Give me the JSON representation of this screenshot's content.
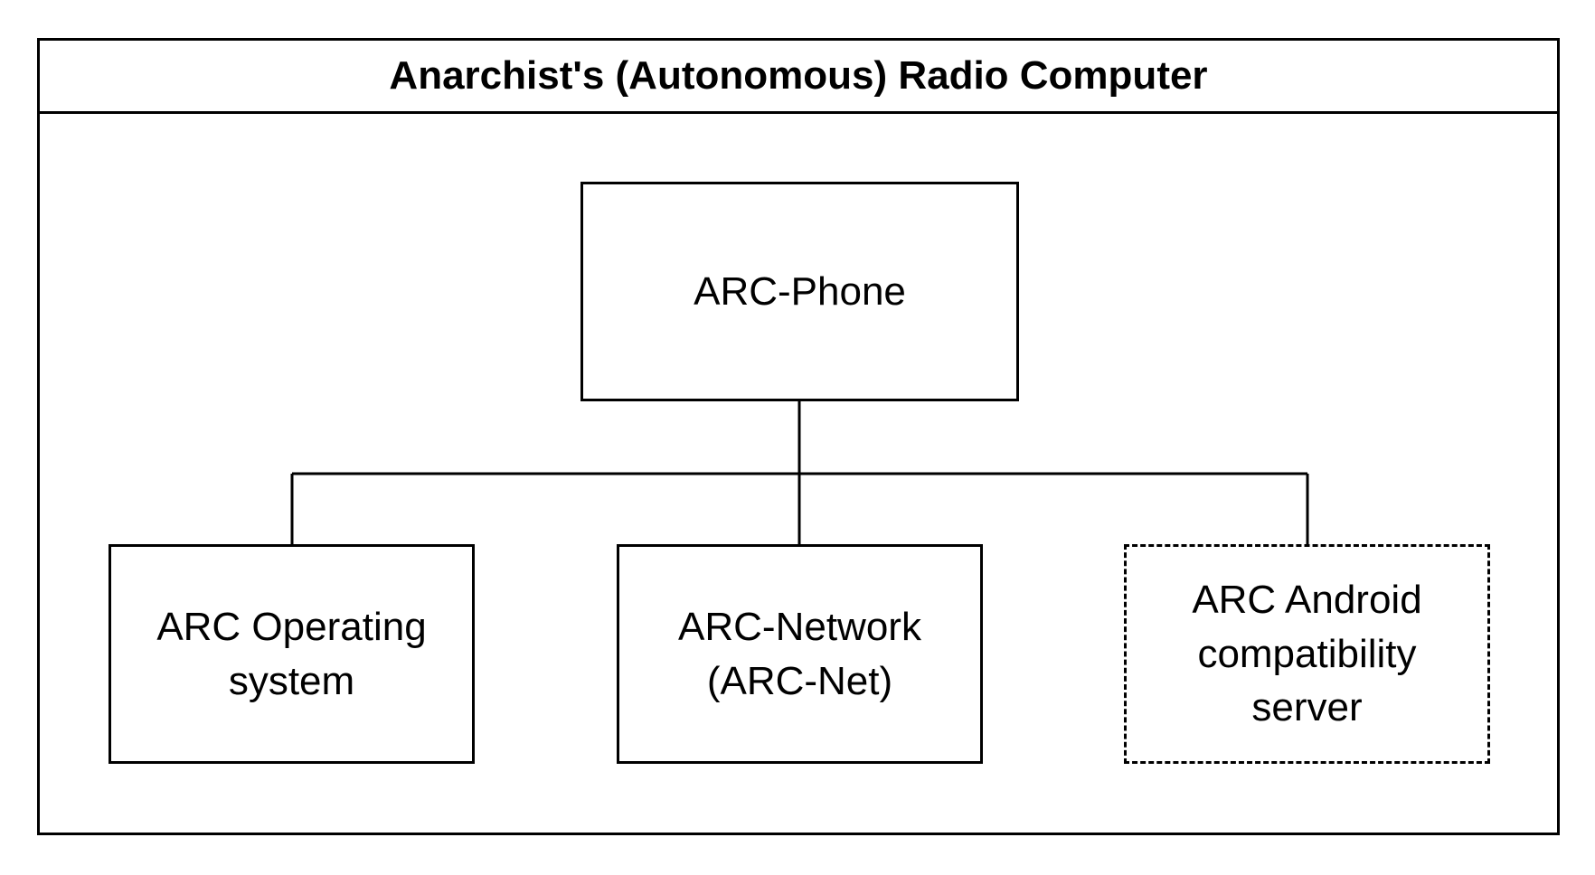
{
  "diagram": {
    "title": "Anarchist's (Autonomous) Radio Computer",
    "root": {
      "label": "ARC-Phone"
    },
    "children": [
      {
        "label": "ARC Operating\nsystem",
        "style": "solid"
      },
      {
        "label": "ARC-Network\n(ARC-Net)",
        "style": "solid"
      },
      {
        "label": "ARC Android\ncompatibility\nserver",
        "style": "dashed"
      }
    ],
    "colors": {
      "line": "#000000",
      "background": "#ffffff"
    }
  }
}
